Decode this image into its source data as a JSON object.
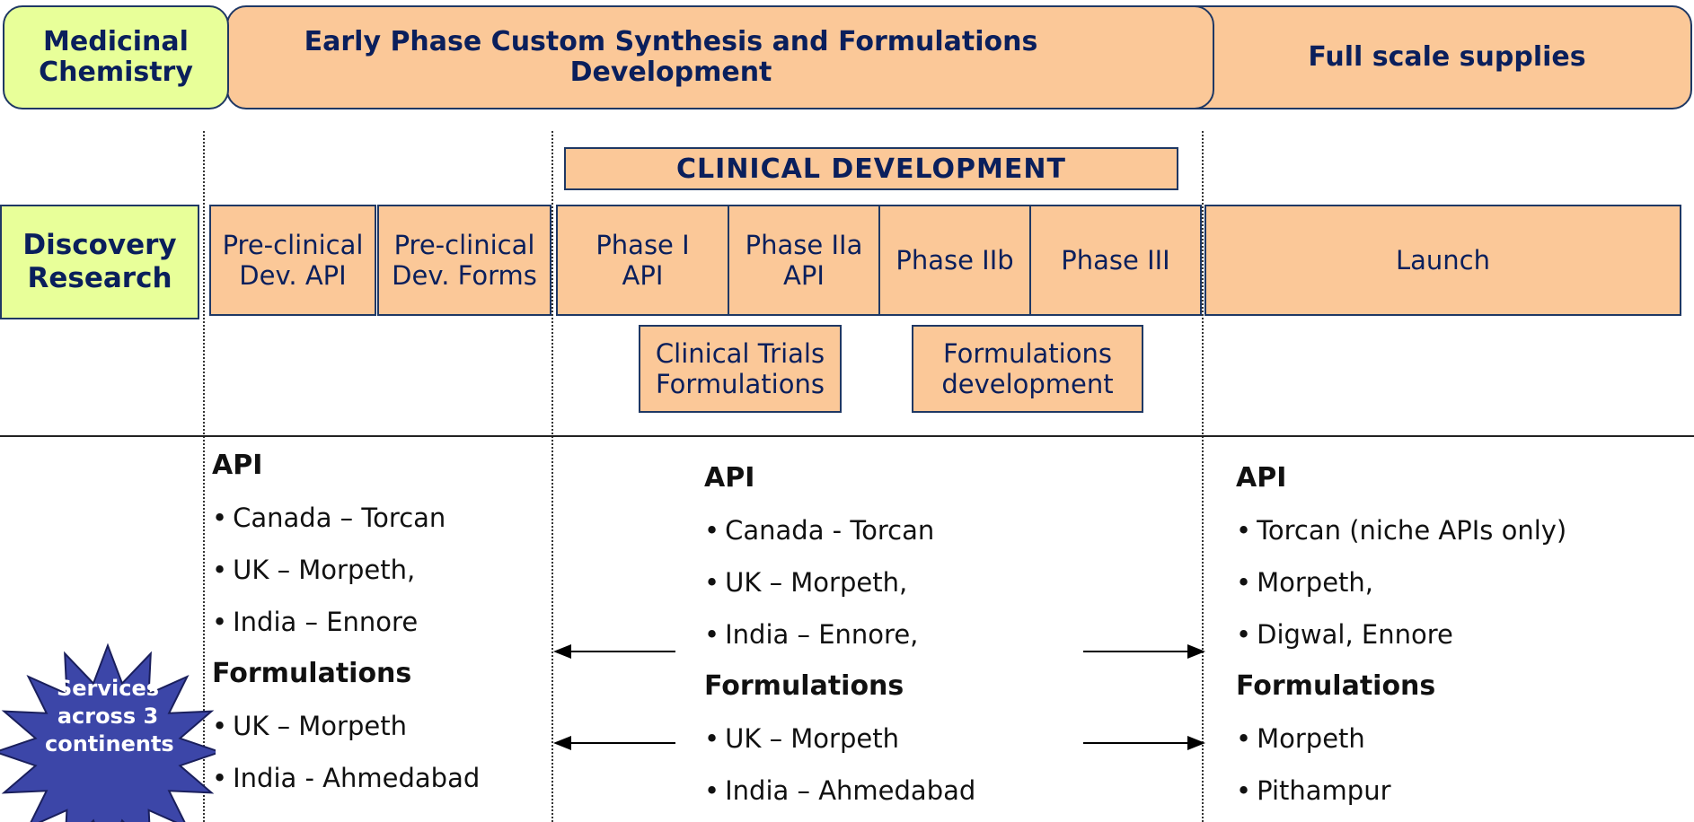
{
  "header": {
    "medicinal_chemistry": "Medicinal Chemistry",
    "early_phase": "Early Phase Custom Synthesis and Formulations Development",
    "full_scale": "Full scale supplies"
  },
  "clinical_development": "CLINICAL DEVELOPMENT",
  "discovery_research": "Discovery Research",
  "phases": {
    "preclinical_api": "Pre-clinical Dev. API",
    "preclinical_forms": "Pre-clinical Dev. Forms",
    "phase1": "Phase I API",
    "phase2a": "Phase IIa API",
    "phase2b": "Phase IIb",
    "phase3": "Phase III",
    "launch": "Launch"
  },
  "sub": {
    "clinical_trials": "Clinical Trials Formulations",
    "formulations_dev": "Formulations development"
  },
  "columns": {
    "left": {
      "api_heading": "API",
      "api_items": [
        "Canada – Torcan",
        "UK – Morpeth,",
        "India – Ennore"
      ],
      "form_heading": "Formulations",
      "form_items": [
        "UK – Morpeth",
        "India - Ahmedabad"
      ]
    },
    "middle": {
      "api_heading": "API",
      "api_items": [
        "Canada - Torcan",
        "UK – Morpeth,",
        "India – Ennore,"
      ],
      "form_heading": "Formulations",
      "form_items": [
        "UK – Morpeth",
        "India – Ahmedabad"
      ]
    },
    "right": {
      "api_heading": "API",
      "api_items": [
        "Torcan (niche APIs only)",
        "Morpeth,",
        "Digwal, Ennore"
      ],
      "form_heading": "Formulations",
      "form_items": [
        "Morpeth",
        "Pithampur"
      ]
    }
  },
  "starburst": "Services across 3 continents",
  "colors": {
    "peach": "#fbc898",
    "lime": "#e8ff99",
    "navy": "#1f3864",
    "burst": "#3c46a8"
  }
}
